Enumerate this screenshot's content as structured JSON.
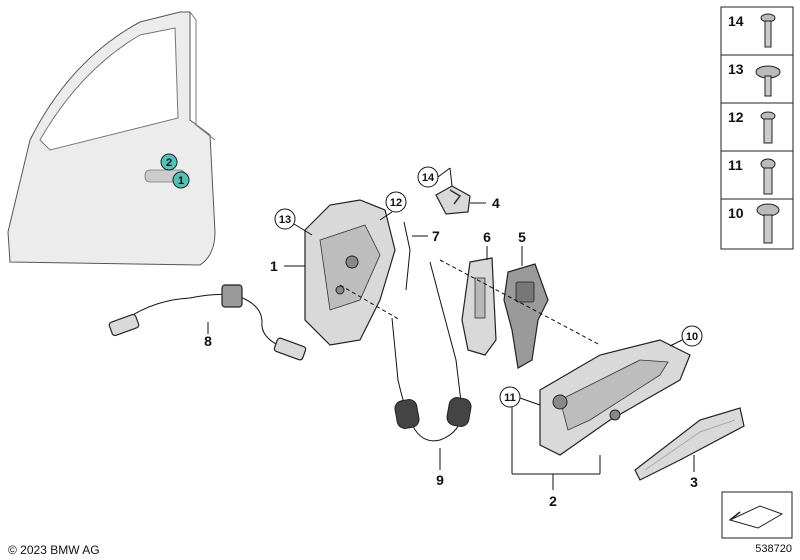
{
  "callouts": {
    "p1": "1",
    "p2": "2",
    "p3": "3",
    "p4": "4",
    "p5": "5",
    "p6": "6",
    "p7": "7",
    "p8": "8",
    "p9": "9",
    "c10": "10",
    "c11": "11",
    "c12": "12",
    "c13": "13",
    "c14": "14",
    "door_c1": "1",
    "door_c2": "2"
  },
  "sidebar": {
    "items": [
      {
        "label": "14"
      },
      {
        "label": "13"
      },
      {
        "label": "12"
      },
      {
        "label": "11"
      },
      {
        "label": "10"
      }
    ]
  },
  "footer": {
    "copyright": "© 2023 BMW AG",
    "doc_number": "538720"
  },
  "colors": {
    "door_badge": "#4fc3b5",
    "part_fill": "#d9d9d9",
    "part_dark": "#9a9a9a"
  },
  "icons": [
    "arrow-box-icon"
  ]
}
